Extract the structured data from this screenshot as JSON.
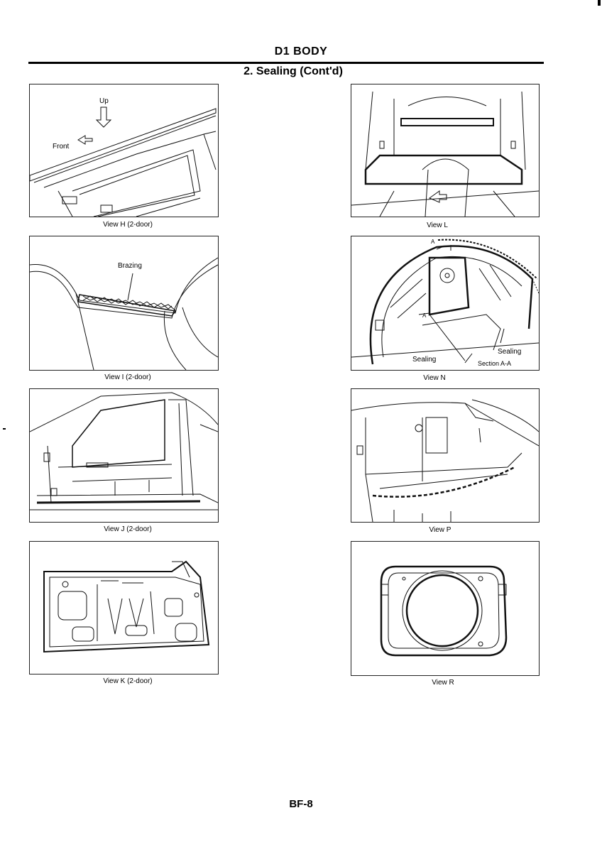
{
  "header": {
    "section": "D1 BODY",
    "subsection": "2. Sealing (Cont'd)"
  },
  "views": [
    {
      "caption": "View H (2-door)",
      "labels": [
        "Up",
        "Front"
      ]
    },
    {
      "caption": "View L"
    },
    {
      "caption": "View I (2-door)",
      "labels": [
        "Brazing"
      ]
    },
    {
      "caption": "View N",
      "labels": [
        "A",
        "A",
        "Sealing",
        "Sealing",
        "Section A-A"
      ]
    },
    {
      "caption": "View J (2-door)"
    },
    {
      "caption": "View P"
    },
    {
      "caption": "View K (2-door)"
    },
    {
      "caption": "View R"
    }
  ],
  "footer": {
    "page_number": "BF-8"
  }
}
